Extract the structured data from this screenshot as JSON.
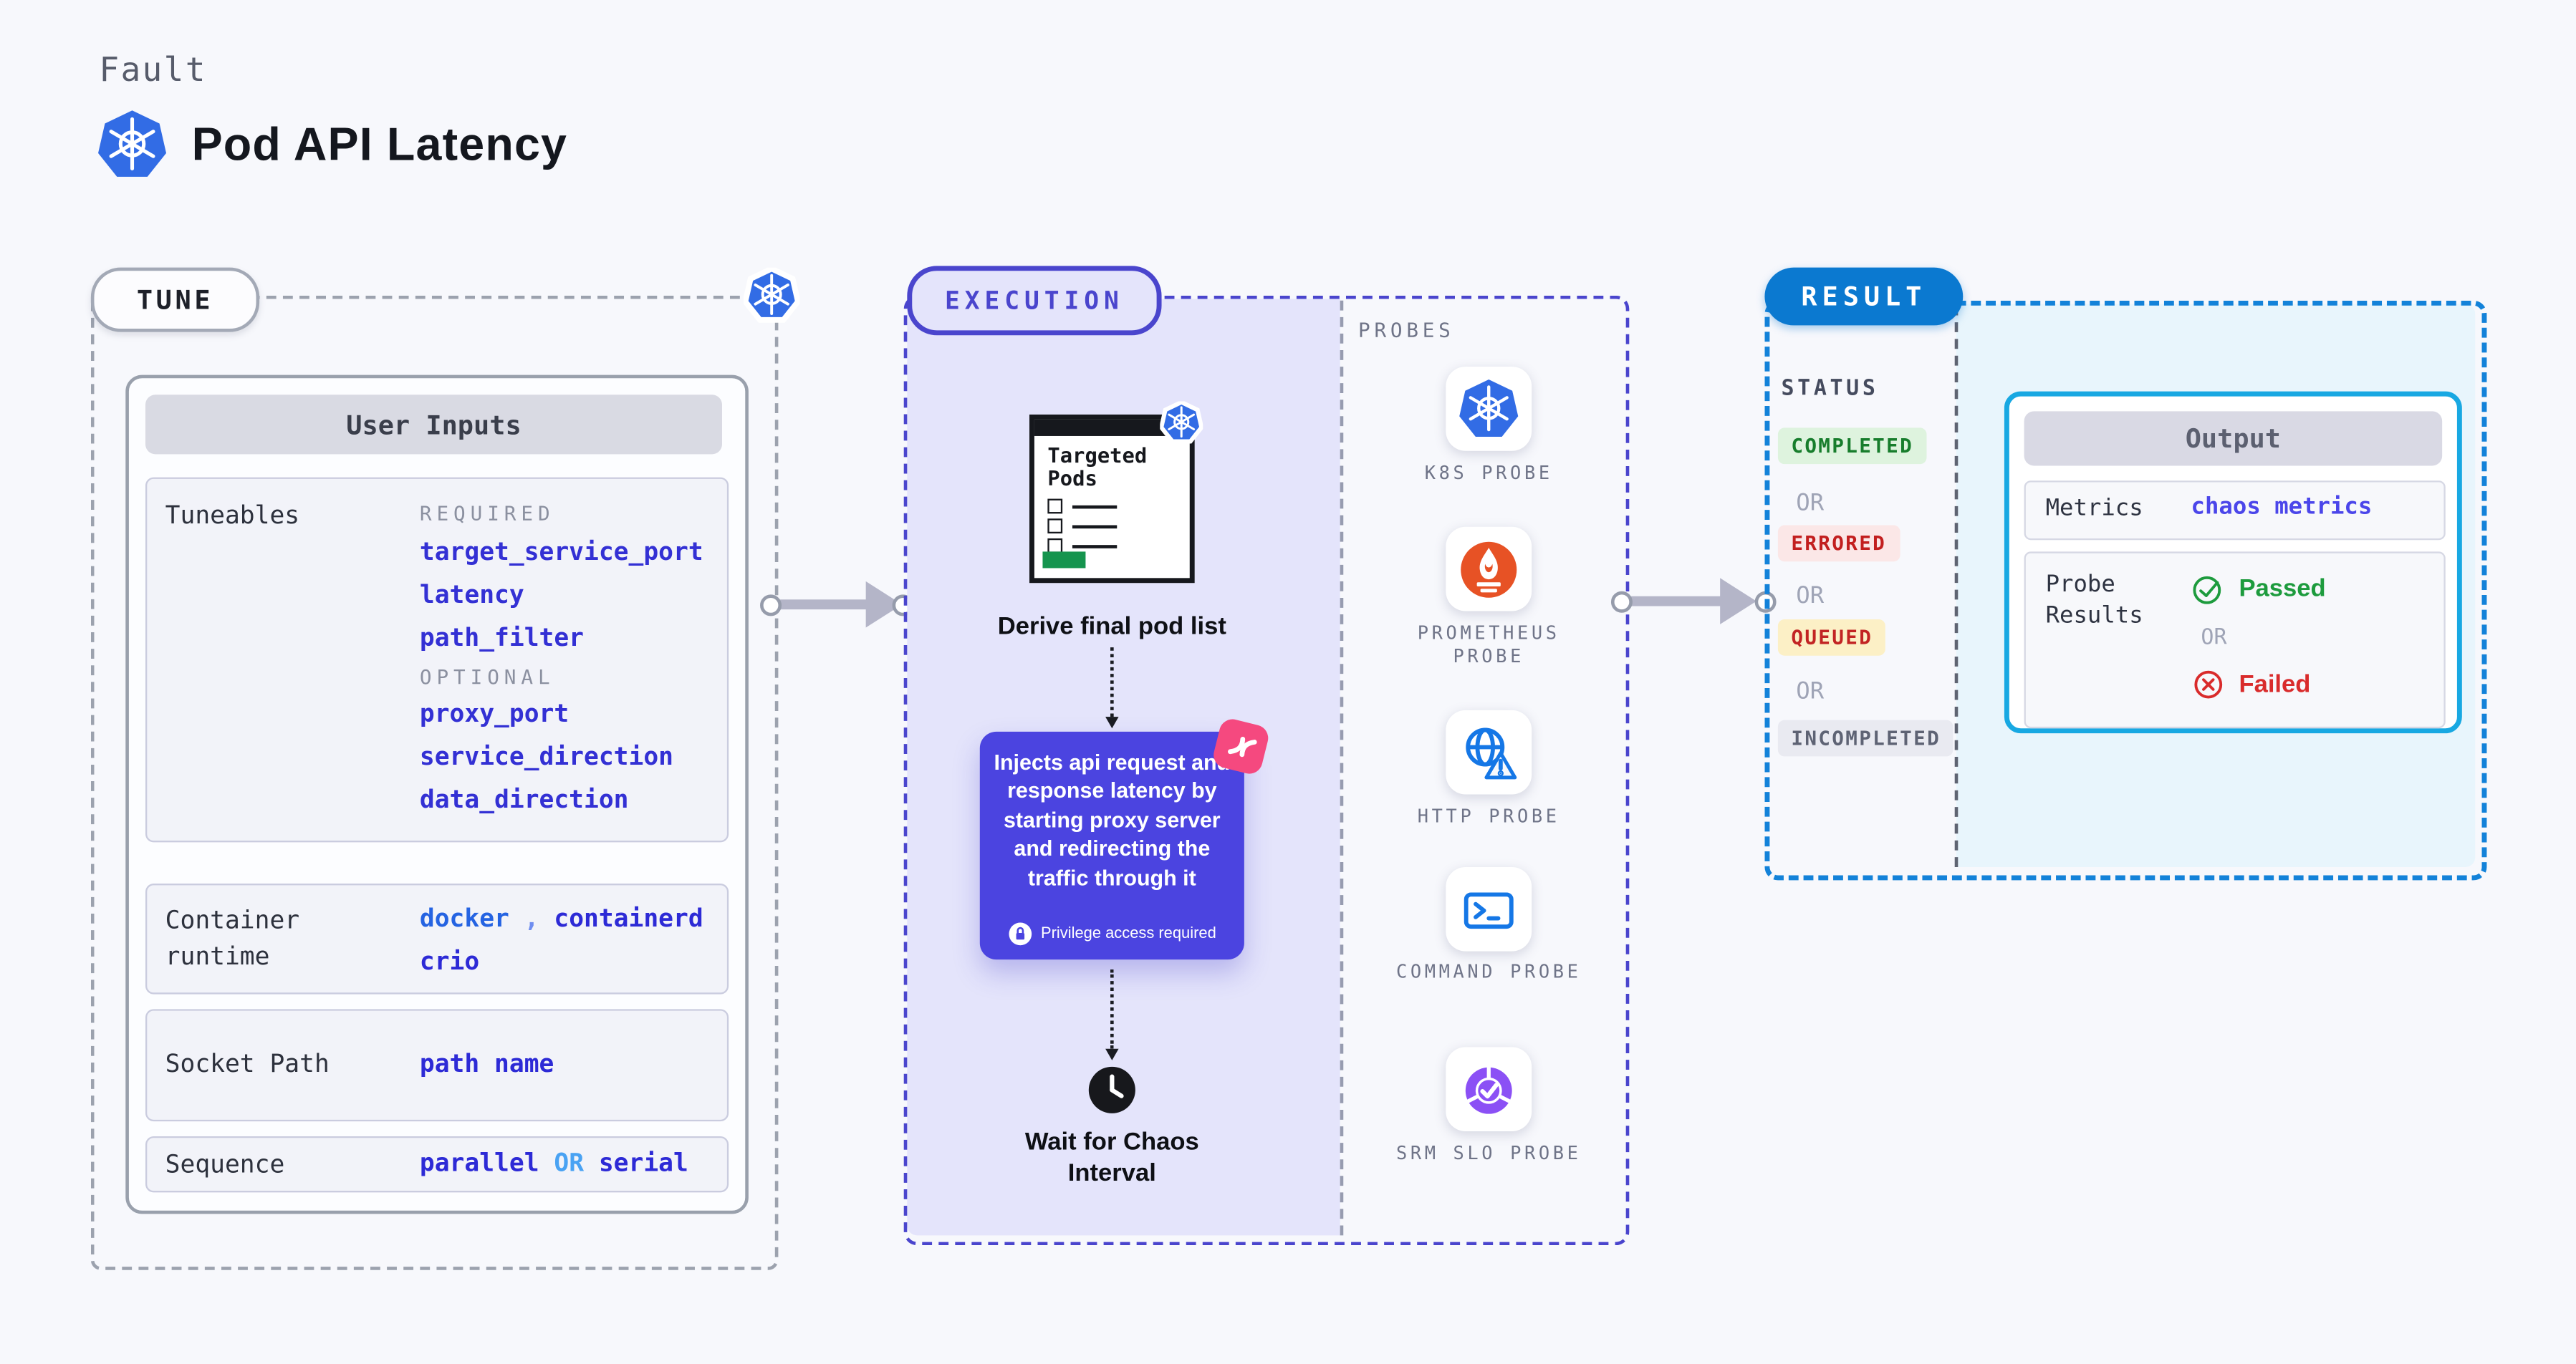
{
  "page": {
    "kicker": "Fault",
    "title": "Pod API Latency"
  },
  "tune": {
    "badge": "TUNE",
    "user_inputs_title": "User Inputs",
    "tuneables": {
      "label": "Tuneables",
      "required_label": "REQUIRED",
      "required": [
        "target_service_port",
        "latency",
        "path_filter"
      ],
      "optional_label": "OPTIONAL",
      "optional": [
        "proxy_port",
        "service_direction",
        "data_direction"
      ]
    },
    "container_runtime": {
      "label": "Container runtime",
      "values": {
        "docker": "docker",
        "comma": ",",
        "containerd": "containerd",
        "crio": "crio"
      }
    },
    "socket_path": {
      "label": "Socket Path",
      "value": "path name"
    },
    "sequence": {
      "label": "Sequence",
      "option1": "parallel",
      "or": "OR",
      "option2": "serial"
    }
  },
  "execution": {
    "badge": "EXECUTION",
    "targeted_pods": {
      "line1": "Targeted",
      "line2": "Pods"
    },
    "derive_caption": "Derive final pod list",
    "inject_description": "Injects api request and response latency by starting proxy server and redirecting the traffic through it",
    "privilege_note": "Privilege access required",
    "wait_caption": "Wait for Chaos Interval"
  },
  "probes": {
    "heading": "PROBES",
    "items": [
      "K8S PROBE",
      "PROMETHEUS PROBE",
      "HTTP PROBE",
      "COMMAND PROBE",
      "SRM SLO PROBE"
    ]
  },
  "result": {
    "badge": "RESULT",
    "status_heading": "STATUS",
    "or_label": "OR",
    "statuses": [
      "COMPLETED",
      "ERRORED",
      "QUEUED",
      "INCOMPLETED"
    ],
    "output": {
      "title": "Output",
      "metrics_label": "Metrics",
      "metrics_value": "chaos metrics",
      "probe_results_label": "Probe Results",
      "passed": "Passed",
      "or": "OR",
      "failed": "Failed"
    }
  },
  "colors": {
    "kubernetes_blue": "#326ce5",
    "indigo_accent": "#4a45cd",
    "result_blue": "#1382d9",
    "output_border_cyan": "#18a8e2",
    "inject_purple": "#4b44e0",
    "chaos_pink": "#f5497f",
    "success_green": "#1d9b3d",
    "fail_red": "#d92b2b",
    "prometheus_orange": "#e75225",
    "srm_purple": "#8b50f5"
  }
}
